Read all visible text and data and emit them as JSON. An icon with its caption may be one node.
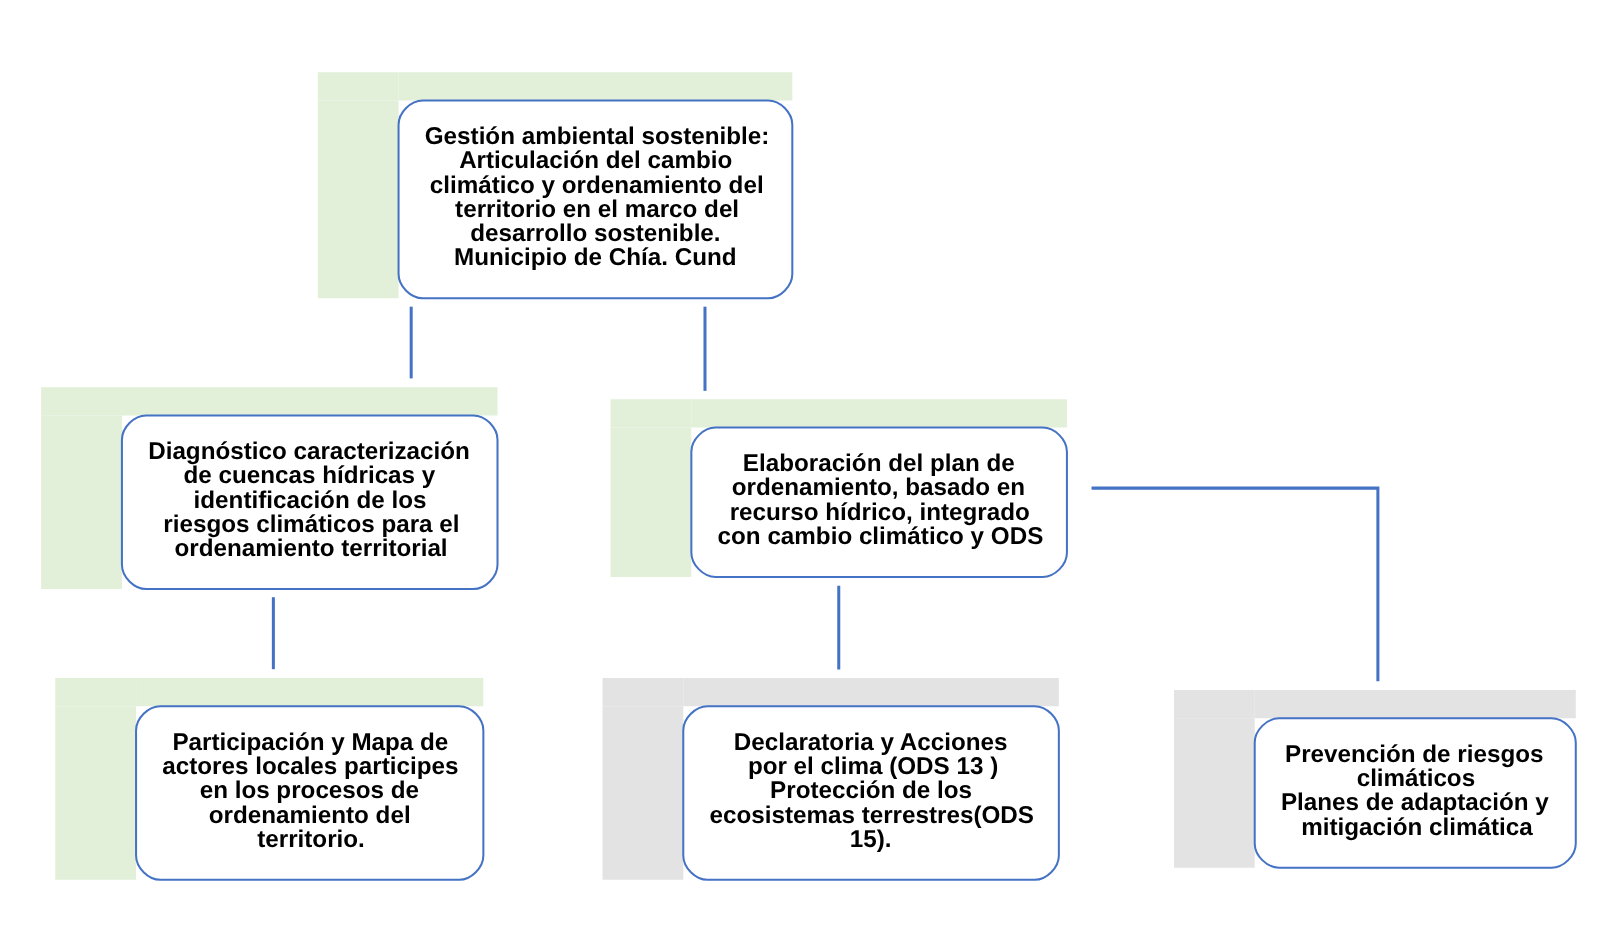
{
  "diagram": {
    "nodes": [
      {
        "text": [
          "Gestión ambiental sostenible: Articulación del cambio climático y ordenamiento del territorio en el marco del desarrollo sostenible. Municipio de Chía. Cund"
        ]
      },
      {
        "text": [
          "Diagnóstico caracterización de cuencas hídricas y identificación de los riesgos climáticos para el ordenamiento territorial"
        ]
      },
      {
        "text": [
          "Elaboración del plan de ordenamiento, basado en recurso hídrico, integrado con cambio climático y ODS"
        ]
      },
      {
        "text": [
          "Participación y Mapa de actores locales participes en los procesos de ordenamiento del territorio."
        ]
      },
      {
        "text": [
          "Declaratoria y Acciones por el clima (ODS 13 ) Protección de los ecosistemas terrestres(ODS 15)."
        ]
      },
      {
        "text": [
          "Prevención de riesgos climáticos",
          "Planes de adaptación y mitigación climática"
        ]
      }
    ],
    "edges": [
      {
        "from": 0,
        "to": 1,
        "arrow": "none"
      },
      {
        "from": 0,
        "to": 2,
        "arrow": "none"
      },
      {
        "from": 1,
        "to": 3,
        "arrow": "none"
      },
      {
        "from": 2,
        "to": 4,
        "arrow": "none"
      },
      {
        "from": 2,
        "to": 5,
        "arrow": "none"
      }
    ]
  }
}
